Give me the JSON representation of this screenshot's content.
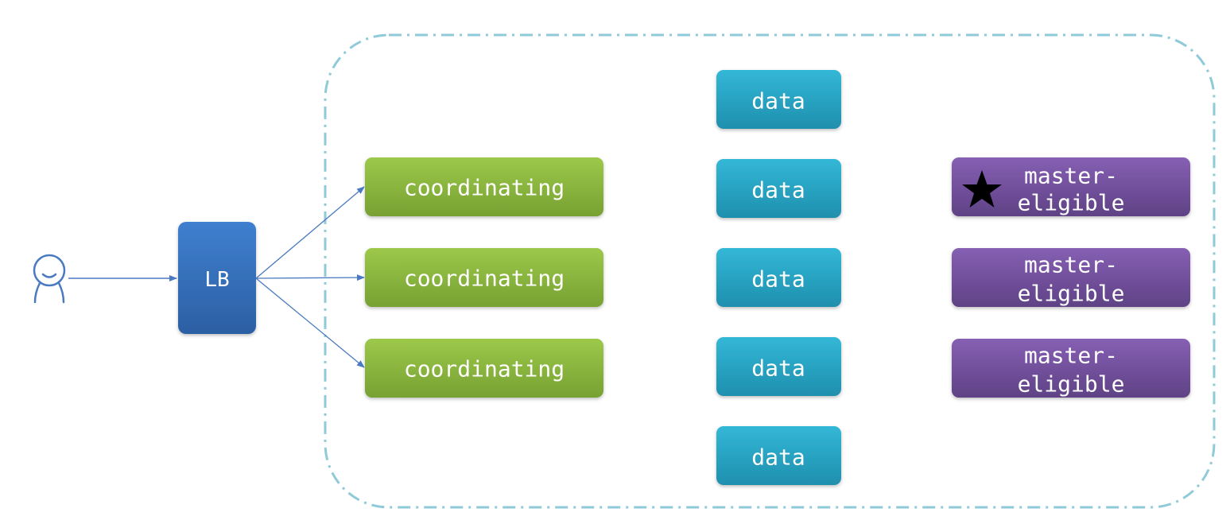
{
  "user": {
    "icon": "user-icon"
  },
  "load_balancer": {
    "label": "LB"
  },
  "coordinating_nodes": [
    {
      "label": "coordinating"
    },
    {
      "label": "coordinating"
    },
    {
      "label": "coordinating"
    }
  ],
  "data_nodes": [
    {
      "label": "data"
    },
    {
      "label": "data"
    },
    {
      "label": "data"
    },
    {
      "label": "data"
    },
    {
      "label": "data"
    }
  ],
  "master_nodes": [
    {
      "line1": "master-",
      "line2": "eligible",
      "elected": true
    },
    {
      "line1": "master-",
      "line2": "eligible",
      "elected": false
    },
    {
      "line1": "master-",
      "line2": "eligible",
      "elected": false
    }
  ],
  "colors": {
    "lb": "#3a73bd",
    "coordinating": "#8db23f",
    "data": "#2ba7c7",
    "master": "#7a55a3",
    "cluster_border": "#8fcad9",
    "arrow": "#4a7ac2"
  }
}
